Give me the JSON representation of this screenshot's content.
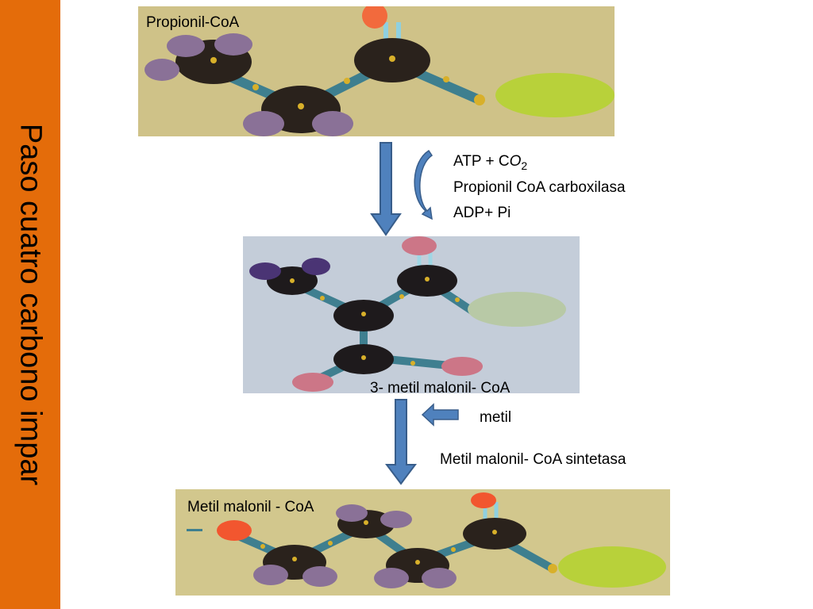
{
  "slide": {
    "title": "Paso cuatro carbono impar"
  },
  "molecules": {
    "top_label": "Propionil-CoA",
    "middle_label": "3- metil malonil- CoA",
    "bottom_label": "Metil malonil - CoA"
  },
  "step1": {
    "reactants_prefix": "ATP + C",
    "reactants_italic": "O",
    "reactants_subscript": "2",
    "enzyme": "Propionil CoA carboxilasa",
    "products": "ADP+ Pi"
  },
  "step2": {
    "added_group": "metil",
    "enzyme": "Metil malonil- CoA sintetasa"
  },
  "colors": {
    "sidebar": "#e46c0a",
    "arrow_fill": "#4f81bd",
    "arrow_stroke": "#385d8a"
  }
}
